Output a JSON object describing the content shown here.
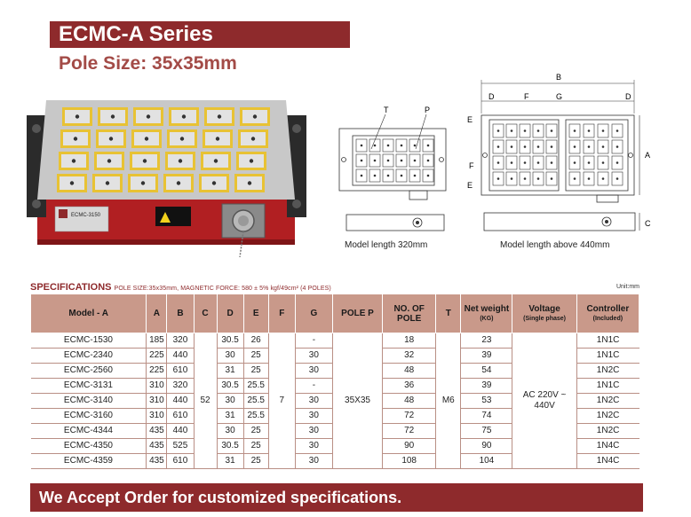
{
  "header": {
    "series": "ECMC-A Series",
    "pole_size": "Pole Size: 35x35mm"
  },
  "diagram": {
    "caption_left": "Model length 320mm",
    "caption_right": "Model length above 440mm",
    "labels": {
      "t": "T",
      "p": "P",
      "a": "A",
      "b": "B",
      "c": "C",
      "d": "D",
      "e": "E",
      "f": "F",
      "g": "G"
    }
  },
  "product_label": "ECMC-3150",
  "specs": {
    "title": "SPECIFICATIONS",
    "subtitle": "POLE SIZE:35x35mm,  MAGNETIC FORCE: 580 ± 5% kgf/49cm² (4 POLES)",
    "unit": "Unit:mm",
    "headers": [
      "Model - A",
      "A",
      "B",
      "C",
      "D",
      "E",
      "F",
      "G",
      "POLE P",
      "NO. OF POLE",
      "T",
      "Net weight",
      "Voltage",
      "Controller"
    ],
    "header_subs": {
      "net_weight": "(KG)",
      "voltage": "(Single phase)",
      "controller": "(Included)"
    },
    "shared": {
      "c": "52",
      "f": "7",
      "pole": "35X35",
      "t": "M6",
      "voltage": "AC 220V ~ 440V"
    },
    "rows": [
      {
        "model": "ECMC-1530",
        "a": "185",
        "b": "320",
        "d": "30.5",
        "e": "26",
        "g": "-",
        "poles": "18",
        "weight": "23",
        "controller": "1N1C"
      },
      {
        "model": "ECMC-2340",
        "a": "225",
        "b": "440",
        "d": "30",
        "e": "25",
        "g": "30",
        "poles": "32",
        "weight": "39",
        "controller": "1N1C"
      },
      {
        "model": "ECMC-2560",
        "a": "225",
        "b": "610",
        "d": "31",
        "e": "25",
        "g": "30",
        "poles": "48",
        "weight": "54",
        "controller": "1N2C"
      },
      {
        "model": "ECMC-3131",
        "a": "310",
        "b": "320",
        "d": "30.5",
        "e": "25.5",
        "g": "-",
        "poles": "36",
        "weight": "39",
        "controller": "1N1C"
      },
      {
        "model": "ECMC-3140",
        "a": "310",
        "b": "440",
        "d": "30",
        "e": "25.5",
        "g": "30",
        "poles": "48",
        "weight": "53",
        "controller": "1N2C"
      },
      {
        "model": "ECMC-3160",
        "a": "310",
        "b": "610",
        "d": "31",
        "e": "25.5",
        "g": "30",
        "poles": "72",
        "weight": "74",
        "controller": "1N2C"
      },
      {
        "model": "ECMC-4344",
        "a": "435",
        "b": "440",
        "d": "30",
        "e": "25",
        "g": "30",
        "poles": "72",
        "weight": "75",
        "controller": "1N2C"
      },
      {
        "model": "ECMC-4350",
        "a": "435",
        "b": "525",
        "d": "30.5",
        "e": "25",
        "g": "30",
        "poles": "90",
        "weight": "90",
        "controller": "1N4C"
      },
      {
        "model": "ECMC-4359",
        "a": "435",
        "b": "610",
        "d": "31",
        "e": "25",
        "g": "30",
        "poles": "108",
        "weight": "104",
        "controller": "1N4C"
      }
    ]
  },
  "footer": {
    "text": "We Accept Order for customized specifications."
  },
  "colors": {
    "brand": "#8e2a2c",
    "header_bg": "#c9998a",
    "pole_yellow": "#e8c234",
    "body_red": "#b11f22"
  }
}
